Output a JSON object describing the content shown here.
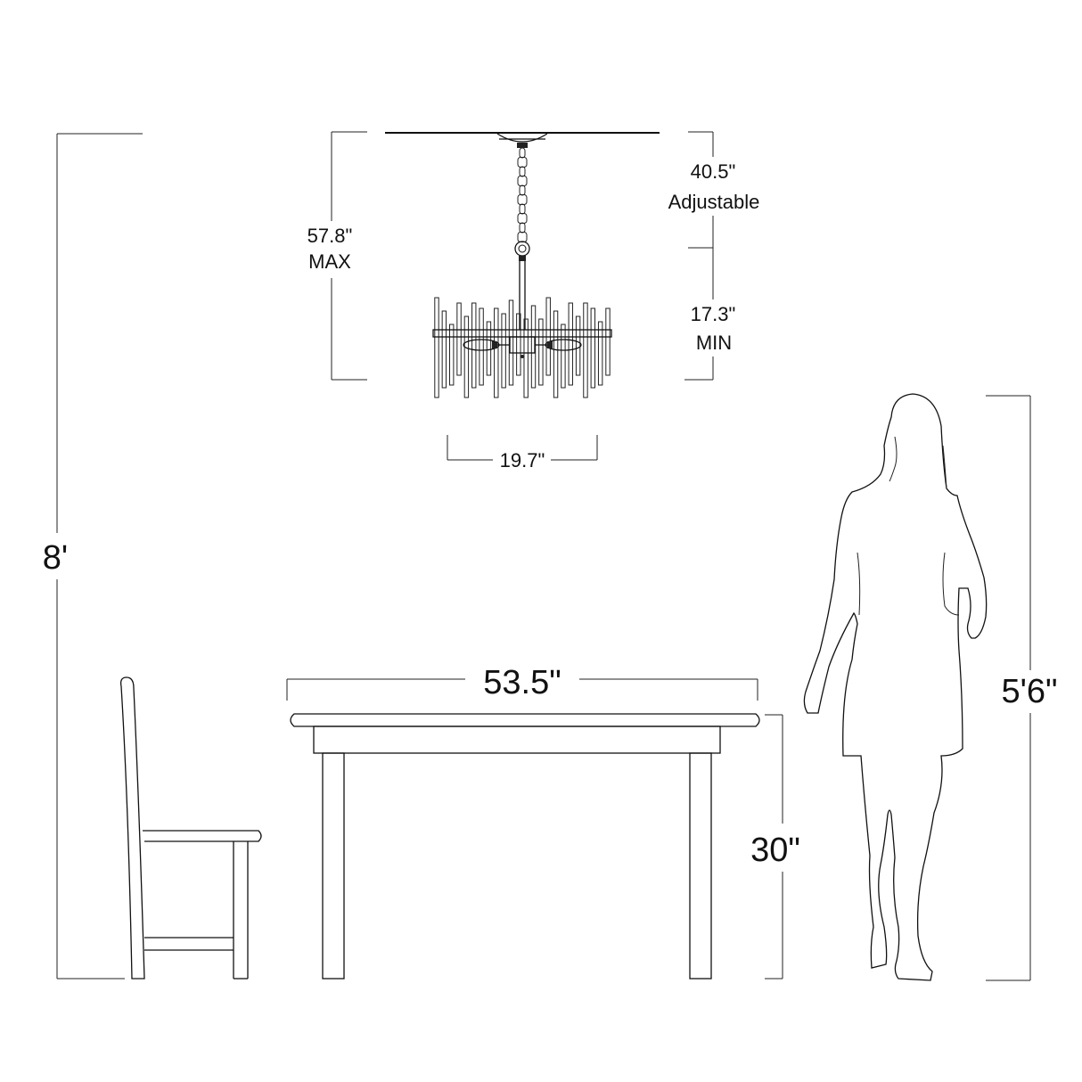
{
  "dimensions": {
    "ceiling_height": "8'",
    "max_height_value": "57.8\"",
    "max_height_word": "MAX",
    "chain_value": "40.5\"",
    "chain_word": "Adjustable",
    "min_height_value": "17.3\"",
    "min_height_word": "MIN",
    "fixture_width": "19.7\"",
    "table_width": "53.5\"",
    "table_height": "30\"",
    "person_height": "5'6\""
  }
}
